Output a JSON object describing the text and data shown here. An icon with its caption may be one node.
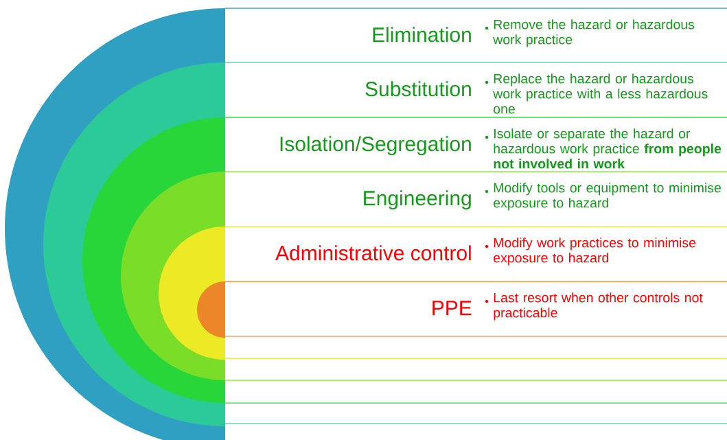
{
  "diagram": {
    "nodes": [
      {
        "text": [
          "Elimination",
          "Remove the hazard or hazardous work practice"
        ]
      },
      {
        "text": [
          "Substitution",
          "Replace the hazard or hazardous work practice with a less hazardous one"
        ]
      },
      {
        "text": [
          "Isolation/Segregation",
          "Isolate or separate the hazard or hazardous work practice **from people not involved in work**"
        ]
      },
      {
        "text": [
          "Engineering",
          "Modify tools or equipment to minimise exposure to hazard"
        ]
      },
      {
        "text": [
          "Administrative control",
          "Modify work practices to minimise exposure to hazard"
        ]
      },
      {
        "text": [
          "PPE",
          "Last resort when other controls not practicable"
        ]
      }
    ]
  }
}
